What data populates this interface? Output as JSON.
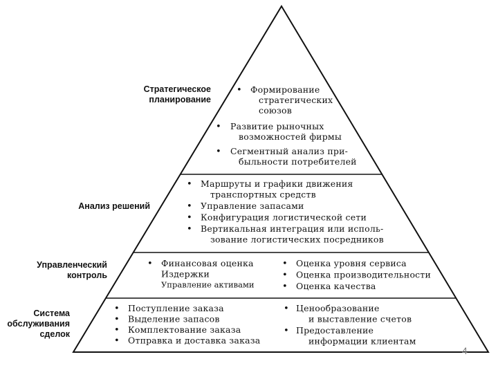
{
  "levels": [
    {
      "label": [
        "Стратегическое",
        "планирование"
      ],
      "items": [
        [
          "Формирование",
          "стратегических",
          "союзов"
        ],
        [
          "Развитие рыночных",
          "возможностей фирмы"
        ],
        [
          "Сегментный анализ при-",
          "быльности потребителей"
        ]
      ]
    },
    {
      "label": [
        "Анализ решений"
      ],
      "items": [
        [
          "Маршруты и графики движения",
          "транспортных средств"
        ],
        [
          "Управление запасами"
        ],
        [
          "Конфигурация логистической сети"
        ],
        [
          "Вертикальная интеграция или исполь-",
          "зование логистических посредников"
        ]
      ]
    },
    {
      "label": [
        "Управленческий",
        "контроль"
      ],
      "left_items": [
        [
          "Финансовая оценка"
        ]
      ],
      "left_sub": [
        "Издержки",
        "Управление активами"
      ],
      "right_items": [
        [
          "Оценка уровня сервиса"
        ],
        [
          "Оценка производительности"
        ],
        [
          "Оценка качества"
        ]
      ]
    },
    {
      "label": [
        "Система",
        "обслуживания",
        "сделок"
      ],
      "left_items": [
        [
          "Поступление заказа"
        ],
        [
          "Выделение запасов"
        ],
        [
          "Комплектование заказа"
        ],
        [
          "Отправка и доставка заказа"
        ]
      ],
      "right_items": [
        [
          "Ценообразование",
          "и выставление счетов"
        ],
        [
          "Предоставление",
          "информации клиентам"
        ]
      ]
    }
  ],
  "bullet": "•",
  "page_number": "4"
}
